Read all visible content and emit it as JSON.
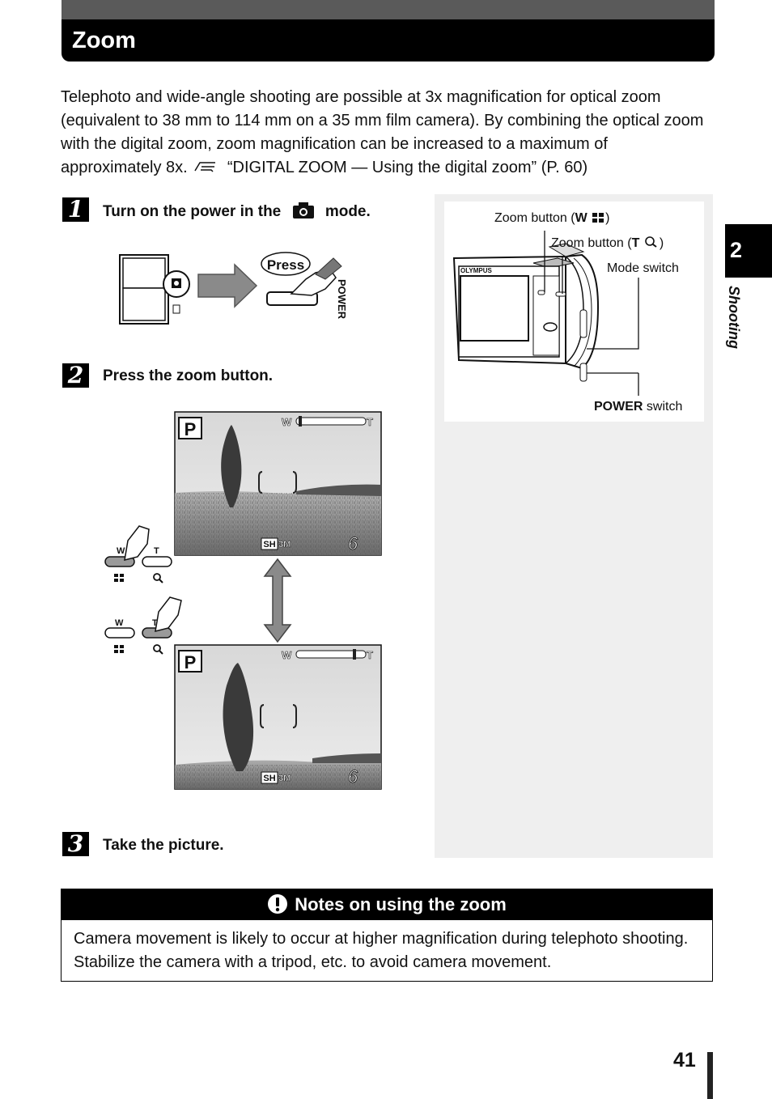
{
  "header": {
    "title": "Zoom"
  },
  "intro": {
    "text_before": "Telephoto and wide-angle shooting are possible at 3x magnification for optical zoom (equivalent to 38 mm to 114 mm on a 35 mm film camera). By combining the optical zoom with the digital zoom, zoom magnification can be increased to a maximum of approximately 8x.",
    "reference": "“DIGITAL ZOOM — Using the digital zoom” (P. 60)"
  },
  "steps": [
    {
      "num": "1",
      "text_before": "Turn on the power in the",
      "text_after": "mode."
    },
    {
      "num": "2",
      "text": "Press the zoom button."
    },
    {
      "num": "3",
      "text": "Take the picture."
    }
  ],
  "figure_power": {
    "press_label": "Press",
    "power_label": "POWER"
  },
  "screens": {
    "mode": "P",
    "wide_label": "W",
    "tele_label": "T",
    "quality": "SH",
    "size": "3M",
    "frames": "6"
  },
  "buttons": {
    "w_label": "W",
    "t_label": "T"
  },
  "camera_figure": {
    "brand": "OLYMPUS",
    "zoom_w_prefix": "Zoom button (",
    "zoom_w_key": "W",
    "zoom_t_prefix": "Zoom button (",
    "zoom_t_key": "T",
    "close_paren": ")",
    "mode_switch": "Mode switch",
    "power_bold": "POWER",
    "power_rest": " switch"
  },
  "side_tab": {
    "chapter": "2",
    "section": "Shooting"
  },
  "notes": {
    "title": "Notes on using the zoom",
    "body": "Camera movement is likely to occur at higher magnification during telephoto shooting. Stabilize the camera with a tripod, etc. to avoid camera movement."
  },
  "page": {
    "number": "41"
  }
}
